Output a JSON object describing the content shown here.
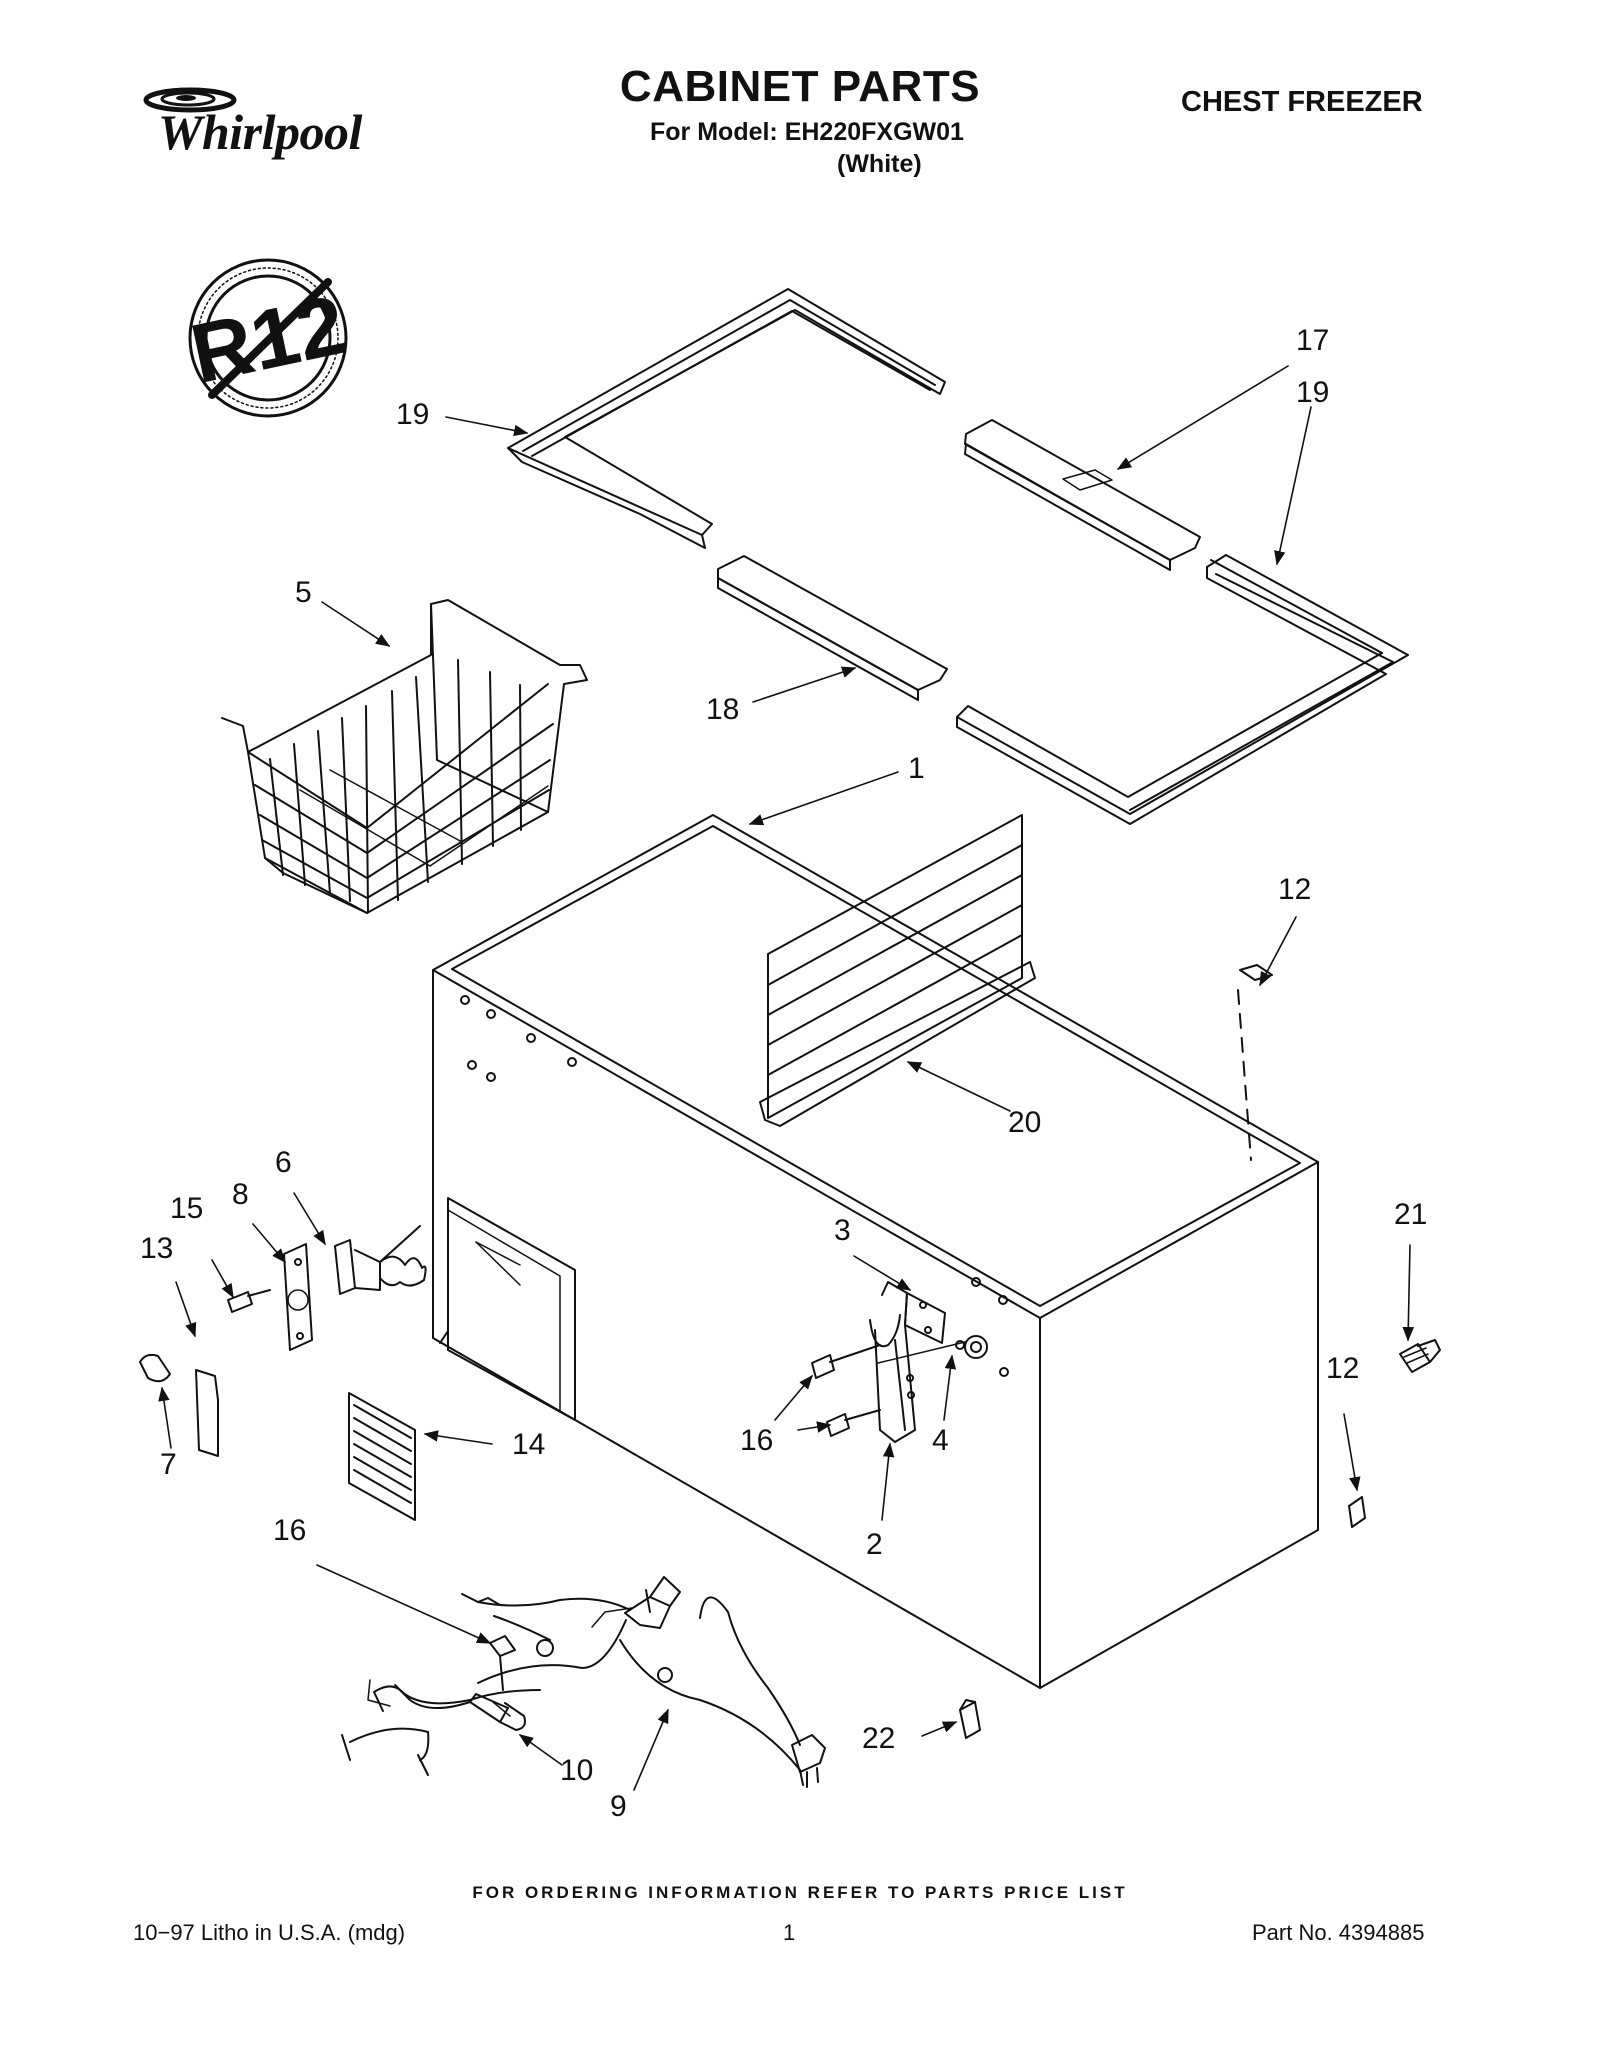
{
  "header": {
    "brand": "Whirlpool",
    "title": "CABINET PARTS",
    "model_line": "For Model: EH220FXGW01",
    "color_line": "(White)",
    "product_type": "CHEST FREEZER"
  },
  "badge": {
    "text": "R12"
  },
  "callouts": [
    {
      "id": "c19a",
      "label": "19"
    },
    {
      "id": "c17",
      "label": "17"
    },
    {
      "id": "c19b",
      "label": "19"
    },
    {
      "id": "c5",
      "label": "5"
    },
    {
      "id": "c18",
      "label": "18"
    },
    {
      "id": "c1",
      "label": "1"
    },
    {
      "id": "c12a",
      "label": "12"
    },
    {
      "id": "c20",
      "label": "20"
    },
    {
      "id": "c6",
      "label": "6"
    },
    {
      "id": "c8",
      "label": "8"
    },
    {
      "id": "c15",
      "label": "15"
    },
    {
      "id": "c13",
      "label": "13"
    },
    {
      "id": "c3",
      "label": "3"
    },
    {
      "id": "c21",
      "label": "21"
    },
    {
      "id": "c12b",
      "label": "12"
    },
    {
      "id": "c7",
      "label": "7"
    },
    {
      "id": "c14",
      "label": "14"
    },
    {
      "id": "c16a",
      "label": "16"
    },
    {
      "id": "c4",
      "label": "4"
    },
    {
      "id": "c2",
      "label": "2"
    },
    {
      "id": "c16b",
      "label": "16"
    },
    {
      "id": "c22",
      "label": "22"
    },
    {
      "id": "c10",
      "label": "10"
    },
    {
      "id": "c9",
      "label": "9"
    }
  ],
  "footer": {
    "ordering_note": "FOR ORDERING INFORMATION REFER TO PARTS PRICE LIST",
    "litho": "10−97 Litho in U.S.A. (mdg)",
    "page_number": "1",
    "part_number": "Part No. 4394885"
  }
}
